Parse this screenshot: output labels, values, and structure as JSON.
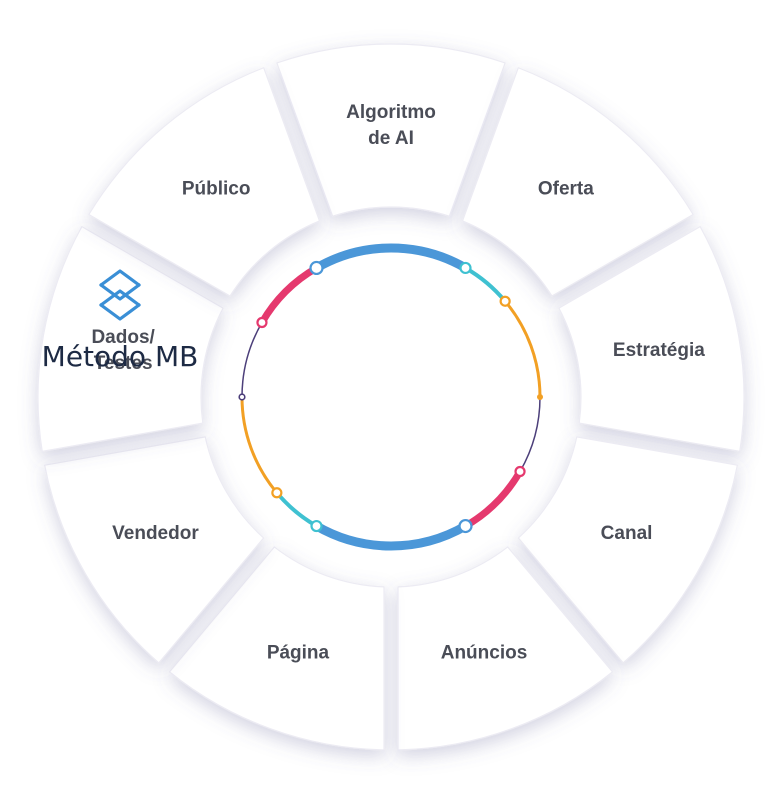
{
  "brand": {
    "name": "Método MB",
    "icon": "layers-chevron-icon",
    "color": "#3a8fd6"
  },
  "segments": [
    {
      "id": "algoritmo",
      "lines": [
        "Algoritmo",
        "de AI"
      ]
    },
    {
      "id": "oferta",
      "lines": [
        "Oferta"
      ]
    },
    {
      "id": "estrategia",
      "lines": [
        "Estratégia"
      ]
    },
    {
      "id": "canal",
      "lines": [
        "Canal"
      ]
    },
    {
      "id": "anuncios",
      "lines": [
        "Anúncios"
      ]
    },
    {
      "id": "pagina",
      "lines": [
        "Página"
      ]
    },
    {
      "id": "vendedor",
      "lines": [
        "Vendedor"
      ]
    },
    {
      "id": "dados-testes",
      "lines": [
        "Dados/",
        "Testes"
      ]
    },
    {
      "id": "publico",
      "lines": [
        "Público"
      ]
    }
  ],
  "ring_colors": {
    "blue": "#4b97d8",
    "cyan": "#3fc1d1",
    "orange": "#f2a024",
    "magenta": "#e5396e",
    "purple": "#4c3f7a"
  }
}
